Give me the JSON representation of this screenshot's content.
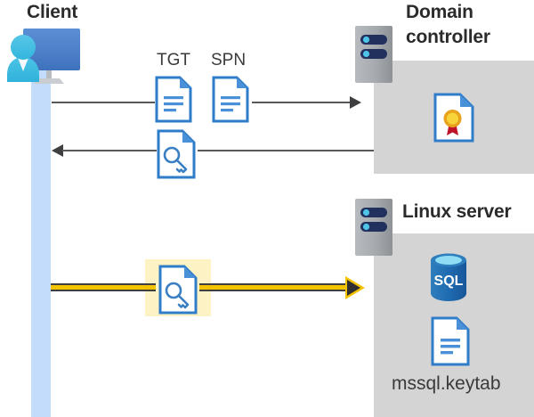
{
  "diagram": {
    "title_client": "Client",
    "title_domain_controller": "Domain\ncontroller",
    "title_domain_controller_line1": "Domain",
    "title_domain_controller_line2": "controller",
    "title_linux_server": "Linux server",
    "label_tgt": "TGT",
    "label_spn": "SPN",
    "label_keytab_file": "mssql.keytab",
    "sql_icon_text": "SQL"
  },
  "icons": {
    "client": "user-computer-icon",
    "tgt_document": "document-icon",
    "spn_document": "document-icon",
    "key_document_response": "key-document-icon",
    "key_document_highlighted": "key-document-icon",
    "server_rack_dc": "server-rack-icon",
    "server_rack_linux": "server-rack-icon",
    "certificate": "certificate-icon",
    "sql_database": "sql-database-icon",
    "keytab_document": "document-icon"
  },
  "flows": {
    "request_arrow": "client-to-domain-controller-request",
    "response_arrow": "domain-controller-to-client-response",
    "highlighted_arrow": "client-to-linux-server-keytab"
  },
  "colors": {
    "panel_gray": "#d4d4d4",
    "lifeline_blue": "#c3dcfb",
    "highlight_yellow_bg": "#fdf2c4",
    "arrow_yellow": "#f4c300",
    "line_gray": "#58585a",
    "doc_blue": "#2f7cc9",
    "sql_blue": "#1f6bb0",
    "text_dark": "#2b2b2b"
  }
}
